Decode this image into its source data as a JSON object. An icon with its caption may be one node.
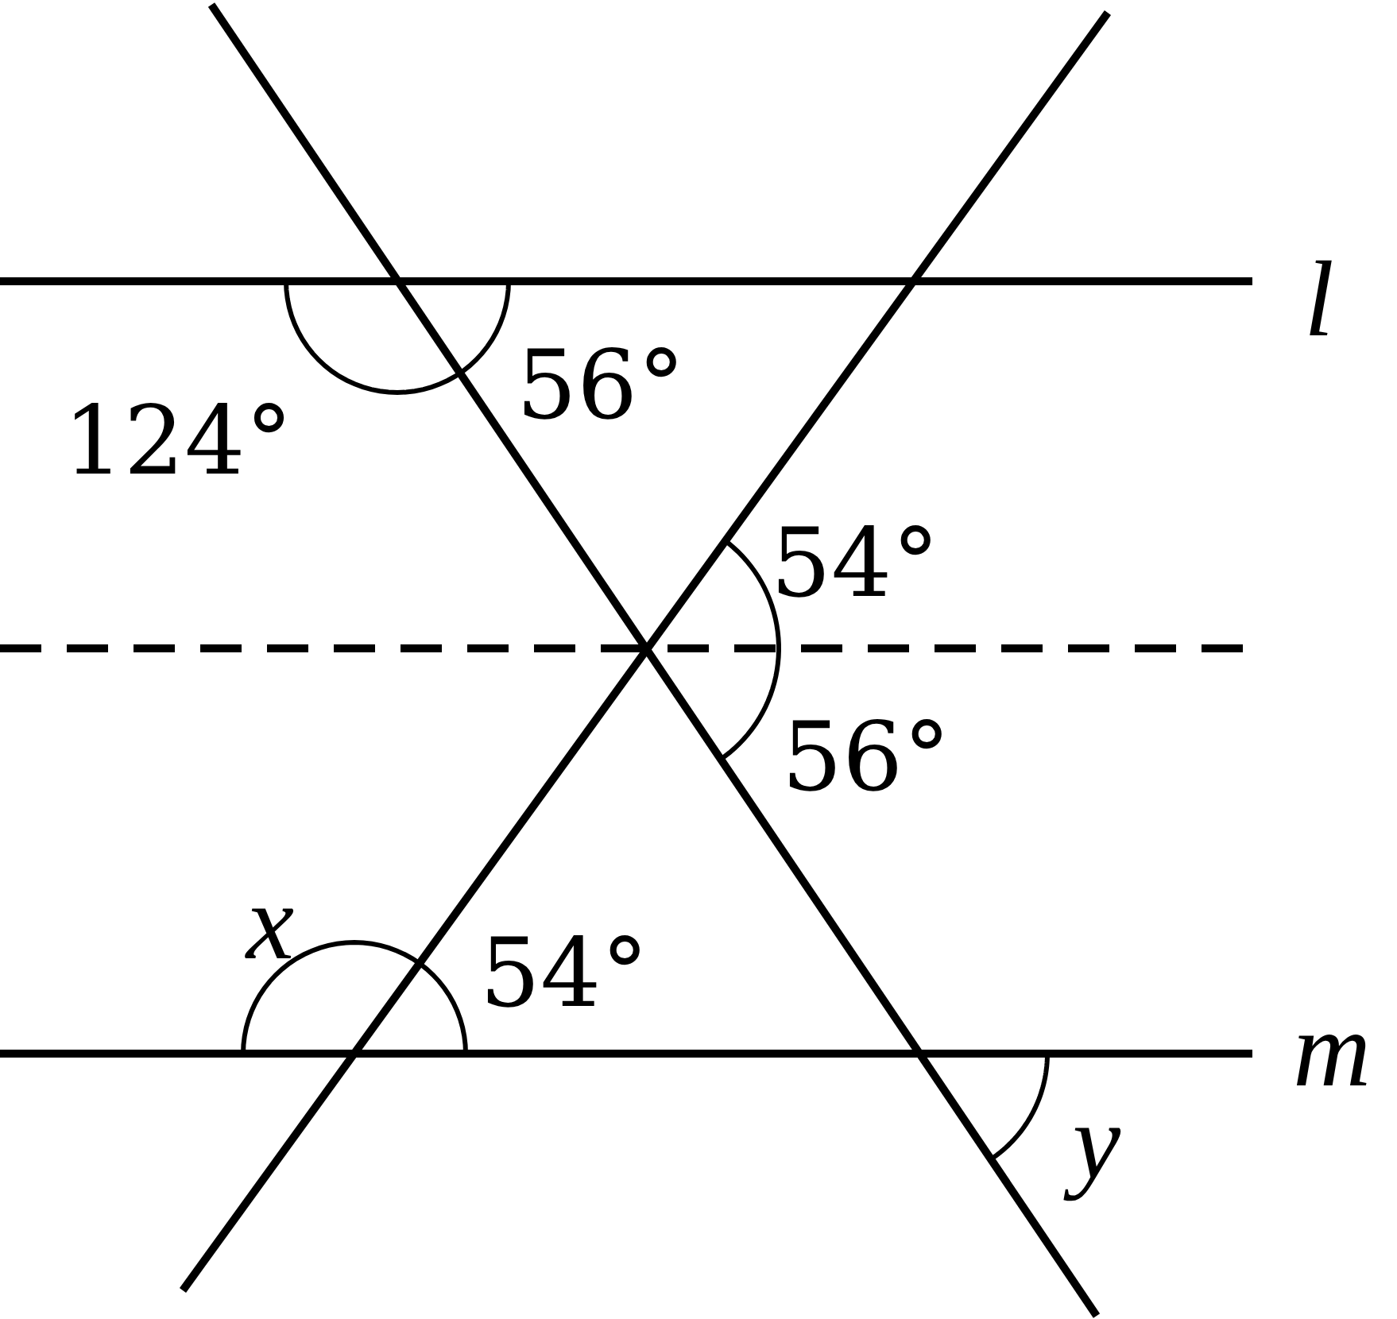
{
  "diagram": {
    "labels": [
      "l",
      "124°",
      "56°",
      "54°",
      "56°",
      "x",
      "54°",
      "m",
      "y"
    ]
  }
}
